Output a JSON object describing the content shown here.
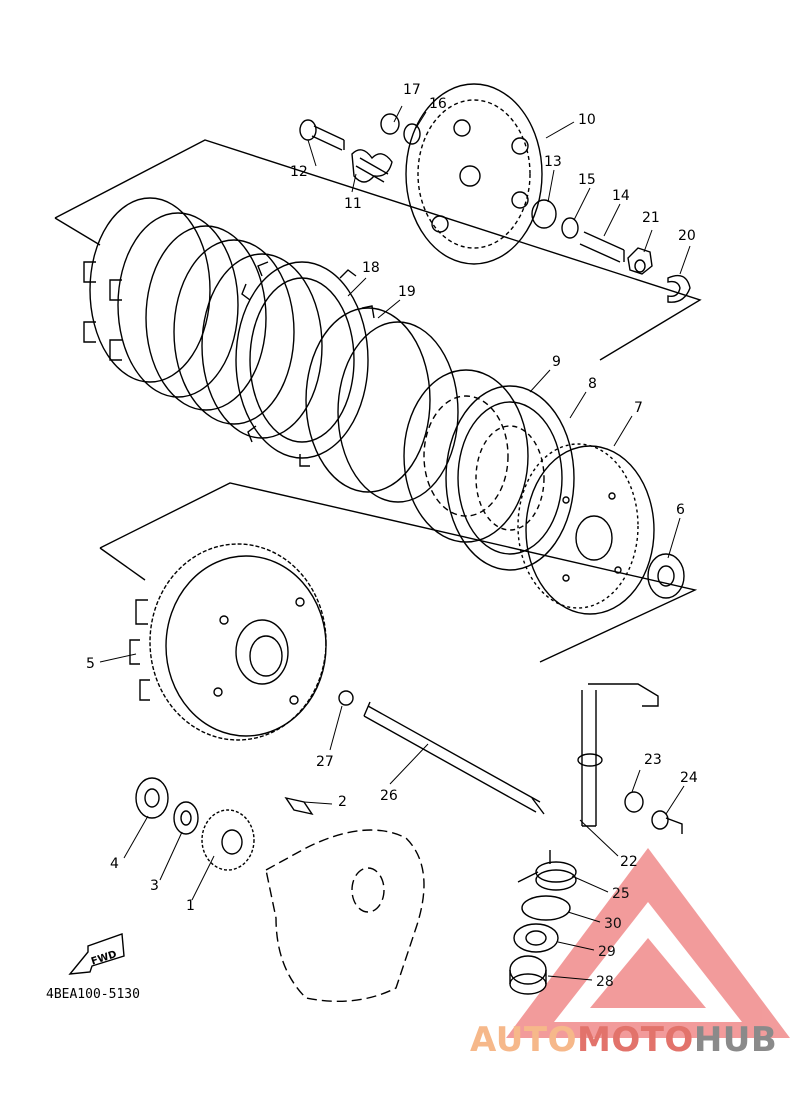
{
  "diagram_code": "4BEA100-5130",
  "fwd_label": "FWD",
  "callouts": {
    "c1": "1",
    "c2": "2",
    "c3": "3",
    "c4": "4",
    "c5": "5",
    "c6": "6",
    "c7": "7",
    "c8": "8",
    "c9": "9",
    "c10": "10",
    "c11": "11",
    "c12": "12",
    "c13": "13",
    "c14": "14",
    "c15": "15",
    "c16": "16",
    "c17": "17",
    "c18": "18",
    "c19": "19",
    "c20": "20",
    "c21": "21",
    "c22": "22",
    "c23": "23",
    "c24": "24",
    "c25": "25",
    "c26": "26",
    "c27": "27",
    "c28": "28",
    "c29": "29",
    "c30": "30"
  },
  "watermark": {
    "part1": "AUTO",
    "part2": "MOTO",
    "part3": "HUB",
    "colors": {
      "auto": "#f6b88a",
      "moto": "#e2736b",
      "hub": "#8a8a8a",
      "triangle": "#e84a4a"
    }
  }
}
